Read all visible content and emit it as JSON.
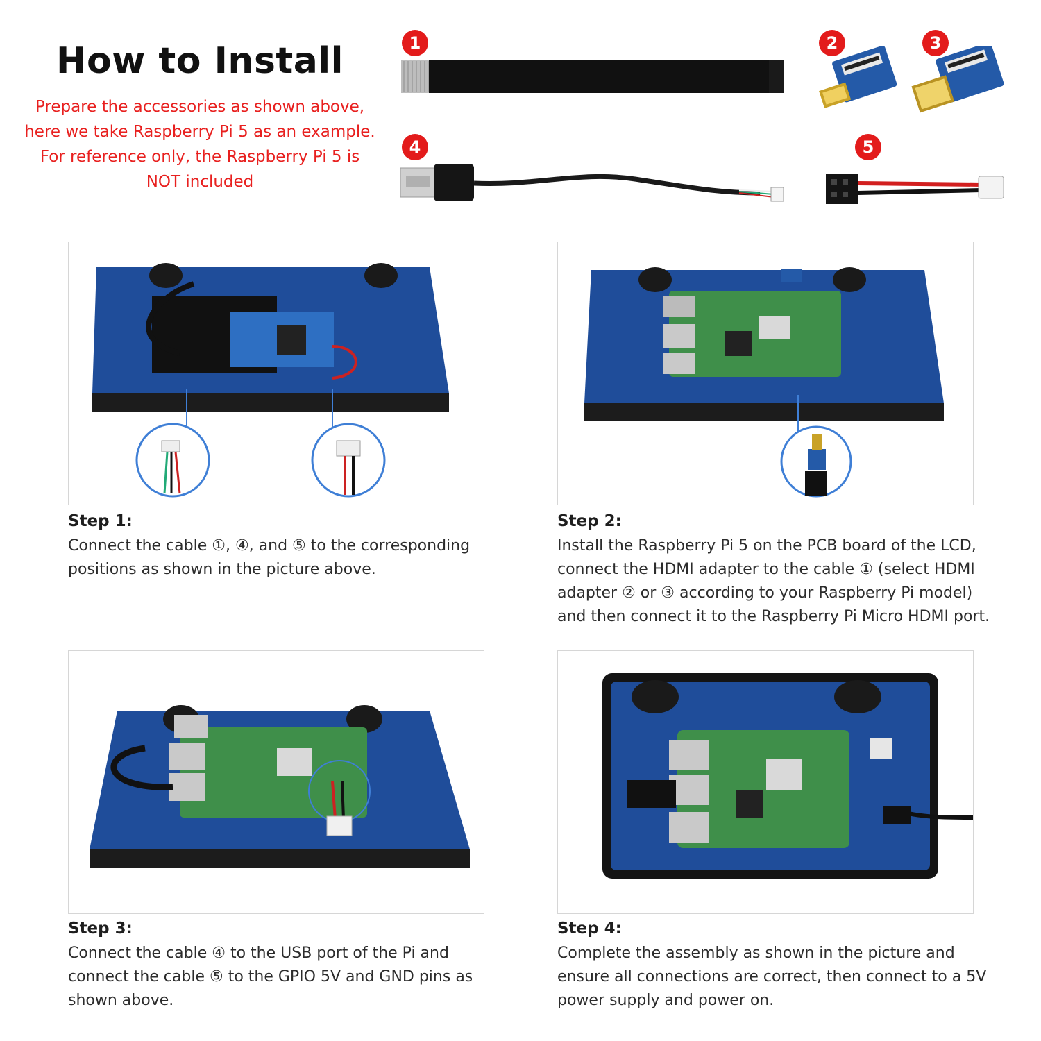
{
  "header": {
    "title": "How to Install",
    "intro_lines": [
      "Prepare the accessories as shown above,",
      "here we take Raspberry Pi 5 as an example.",
      "For reference only, the Raspberry Pi 5 is",
      "NOT included"
    ]
  },
  "accessories": [
    {
      "number": "1",
      "item": "ffc-ribbon-cable"
    },
    {
      "number": "2",
      "item": "micro-hdmi-adapter"
    },
    {
      "number": "3",
      "item": "hdmi-adapter"
    },
    {
      "number": "4",
      "item": "usb-cable"
    },
    {
      "number": "5",
      "item": "power-cable"
    }
  ],
  "steps": [
    {
      "title": "Step 1:",
      "lines": [
        "Connect the cable ①, ④, and ⑤ to the corresponding",
        "positions as shown in the picture above."
      ]
    },
    {
      "title": "Step 2:",
      "lines": [
        "Install the Raspberry Pi 5 on the PCB board of the LCD,",
        "connect the HDMI adapter to the cable ① (select HDMI",
        "adapter ② or ③ according to your Raspberry Pi model)",
        "and then connect it to the Raspberry Pi Micro HDMI port."
      ]
    },
    {
      "title": "Step 3:",
      "lines": [
        "Connect the cable ④ to the USB port of the Pi and",
        "connect the cable ⑤ to the GPIO 5V and GND pins as",
        "shown above."
      ]
    },
    {
      "title": "Step 4:",
      "lines": [
        "Complete the assembly as shown in the picture and",
        "ensure all connections are correct, then connect to a 5V",
        "power supply and power on."
      ]
    }
  ],
  "colors": {
    "accent_red": "#e31b1b",
    "pcb_blue": "#1f4d9a",
    "pi_green": "#3f8f4a",
    "callout_blue": "#3f7fd6"
  }
}
